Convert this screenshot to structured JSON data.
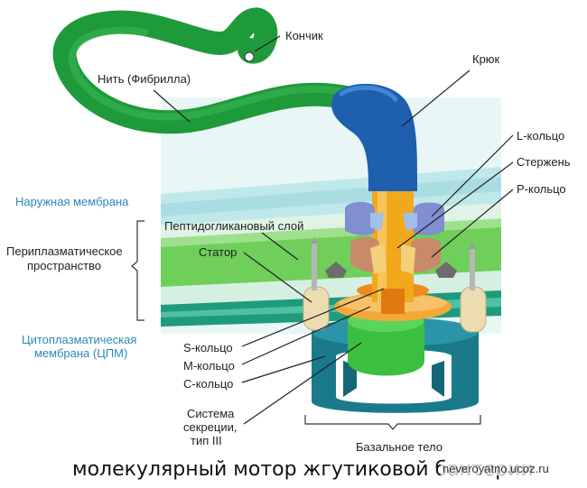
{
  "labels": {
    "tip": "Кончик",
    "filament": "Нить (Фибрилла)",
    "hook": "Крюк",
    "l_ring": "L-кольцо",
    "rod": "Стержень",
    "p_ring": "Р-кольцо",
    "outer_membrane": "Наружная мембрана",
    "peptidoglycan": "Пептидогликановый слой",
    "periplasm_line1": "Периплазматическое",
    "periplasm_line2": "пространство",
    "stator": "Статор",
    "cpm_line1": "Цитоплазматическая",
    "cpm_line2": "мембрана (ЦПМ)",
    "s_ring": "S-кольцо",
    "m_ring": "М-кольцо",
    "c_ring": "С-кольцо",
    "secretion_line1": "Система",
    "secretion_line2": "секреции,",
    "secretion_line3": "тип III",
    "basal_body": "Базальное тело"
  },
  "caption": "молекулярный мотор жгутиковой бактерии",
  "watermark": "neveroyatno.ucoz.ru",
  "colors": {
    "filament": "#1f9a3a",
    "hook": "#1e5fae",
    "rod": "#f2a81d",
    "l_ring": "#7f8fd0",
    "p_ring": "#c98a6a",
    "membrane_outer": "#bfe8ea",
    "peptidoglycan": "#6fcf5a",
    "cpm": "#1e9b7c",
    "ms_ring": "#f4a838",
    "c_ring": "#1a7a8c",
    "export_apparatus": "#3bbf3f",
    "stator": "#ecdcb0",
    "label_blue": "#2b87b8"
  }
}
